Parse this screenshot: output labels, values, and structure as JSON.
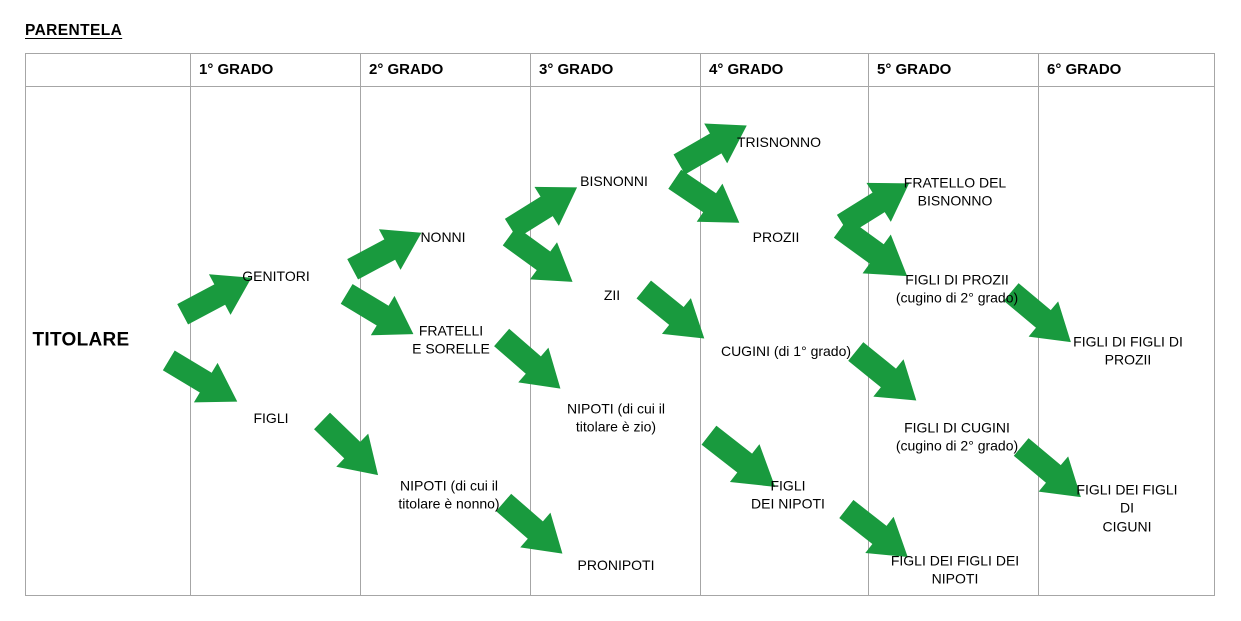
{
  "document": {
    "title": "PARENTELA"
  },
  "colors": {
    "arrow_green": "#199A3E",
    "grid_line": "#A6A6A6",
    "text": "#000000",
    "background": "#FFFFFF"
  },
  "table": {
    "headers": [
      {
        "label": "",
        "name": "header-col-titolare"
      },
      {
        "label": "1° GRADO",
        "name": "header-col-1"
      },
      {
        "label": "2° GRADO",
        "name": "header-col-2"
      },
      {
        "label": "3° GRADO",
        "name": "header-col-3"
      },
      {
        "label": "4° GRADO",
        "name": "header-col-4"
      },
      {
        "label": "5° GRADO",
        "name": "header-col-5"
      },
      {
        "label": "6° GRADO",
        "name": "header-col-6"
      }
    ]
  },
  "chart_data": {
    "type": "diagram",
    "title": "PARENTELA",
    "columns": [
      "",
      "1° GRADO",
      "2° GRADO",
      "3° GRADO",
      "4° GRADO",
      "5° GRADO",
      "6° GRADO"
    ],
    "nodes": [
      {
        "id": "titolare",
        "degree": 0,
        "label": "TITOLARE"
      },
      {
        "id": "genitori",
        "degree": 1,
        "label": "GENITORI"
      },
      {
        "id": "figli",
        "degree": 1,
        "label": "FIGLI"
      },
      {
        "id": "nonni",
        "degree": 2,
        "label": "NONNI"
      },
      {
        "id": "fratelli-sorelle",
        "degree": 2,
        "label": "FRATELLI\nE SORELLE"
      },
      {
        "id": "nipoti-nonno",
        "degree": 2,
        "label": "NIPOTI (di cui il\ntitolare è nonno)"
      },
      {
        "id": "bisnonni",
        "degree": 3,
        "label": "BISNONNI"
      },
      {
        "id": "zii",
        "degree": 3,
        "label": "ZII"
      },
      {
        "id": "nipoti-zio",
        "degree": 3,
        "label": "NIPOTI (di cui il\ntitolare è zio)"
      },
      {
        "id": "pronipoti",
        "degree": 3,
        "label": "PRONIPOTI"
      },
      {
        "id": "trisnonno",
        "degree": 4,
        "label": "TRISNONNO"
      },
      {
        "id": "prozii",
        "degree": 4,
        "label": "PROZII"
      },
      {
        "id": "cugini",
        "degree": 4,
        "label": "CUGINI (di 1° grado)"
      },
      {
        "id": "figli-dei-nipoti",
        "degree": 4,
        "label": "FIGLI\nDEI NIPOTI"
      },
      {
        "id": "fratello-bisnonno",
        "degree": 5,
        "label": "FRATELLO DEL\nBISNONNO"
      },
      {
        "id": "figli-di-prozii",
        "degree": 5,
        "label": "FIGLI DI PROZII\n(cugino di 2° grado)"
      },
      {
        "id": "figli-di-cugini",
        "degree": 5,
        "label": "FIGLI DI CUGINI\n(cugino di 2° grado)"
      },
      {
        "id": "figli-figli-nipoti",
        "degree": 5,
        "label": "FIGLI DEI FIGLI DEI\nNIPOTI"
      },
      {
        "id": "figli-figli-prozii",
        "degree": 6,
        "label": "FIGLI DI FIGLI DI\nPROZII"
      },
      {
        "id": "figli-figli-ciguni",
        "degree": 6,
        "label": "FIGLI DEI FIGLI DI\nCIGUNI"
      }
    ],
    "edges": [
      {
        "from": "titolare",
        "to": "genitori"
      },
      {
        "from": "titolare",
        "to": "figli"
      },
      {
        "from": "genitori",
        "to": "nonni"
      },
      {
        "from": "genitori",
        "to": "fratelli-sorelle"
      },
      {
        "from": "figli",
        "to": "nipoti-nonno"
      },
      {
        "from": "nonni",
        "to": "bisnonni"
      },
      {
        "from": "nonni",
        "to": "zii"
      },
      {
        "from": "fratelli-sorelle",
        "to": "nipoti-zio"
      },
      {
        "from": "nipoti-nonno",
        "to": "pronipoti"
      },
      {
        "from": "bisnonni",
        "to": "trisnonno"
      },
      {
        "from": "bisnonni",
        "to": "prozii"
      },
      {
        "from": "zii",
        "to": "cugini"
      },
      {
        "from": "nipoti-zio",
        "to": "figli-dei-nipoti"
      },
      {
        "from": "prozii",
        "to": "fratello-bisnonno"
      },
      {
        "from": "prozii",
        "to": "figli-di-prozii"
      },
      {
        "from": "cugini",
        "to": "figli-di-cugini"
      },
      {
        "from": "figli-dei-nipoti",
        "to": "figli-figli-nipoti"
      },
      {
        "from": "figli-di-prozii",
        "to": "figli-figli-prozii"
      },
      {
        "from": "figli-di-cugini",
        "to": "figli-figli-ciguni"
      }
    ]
  }
}
